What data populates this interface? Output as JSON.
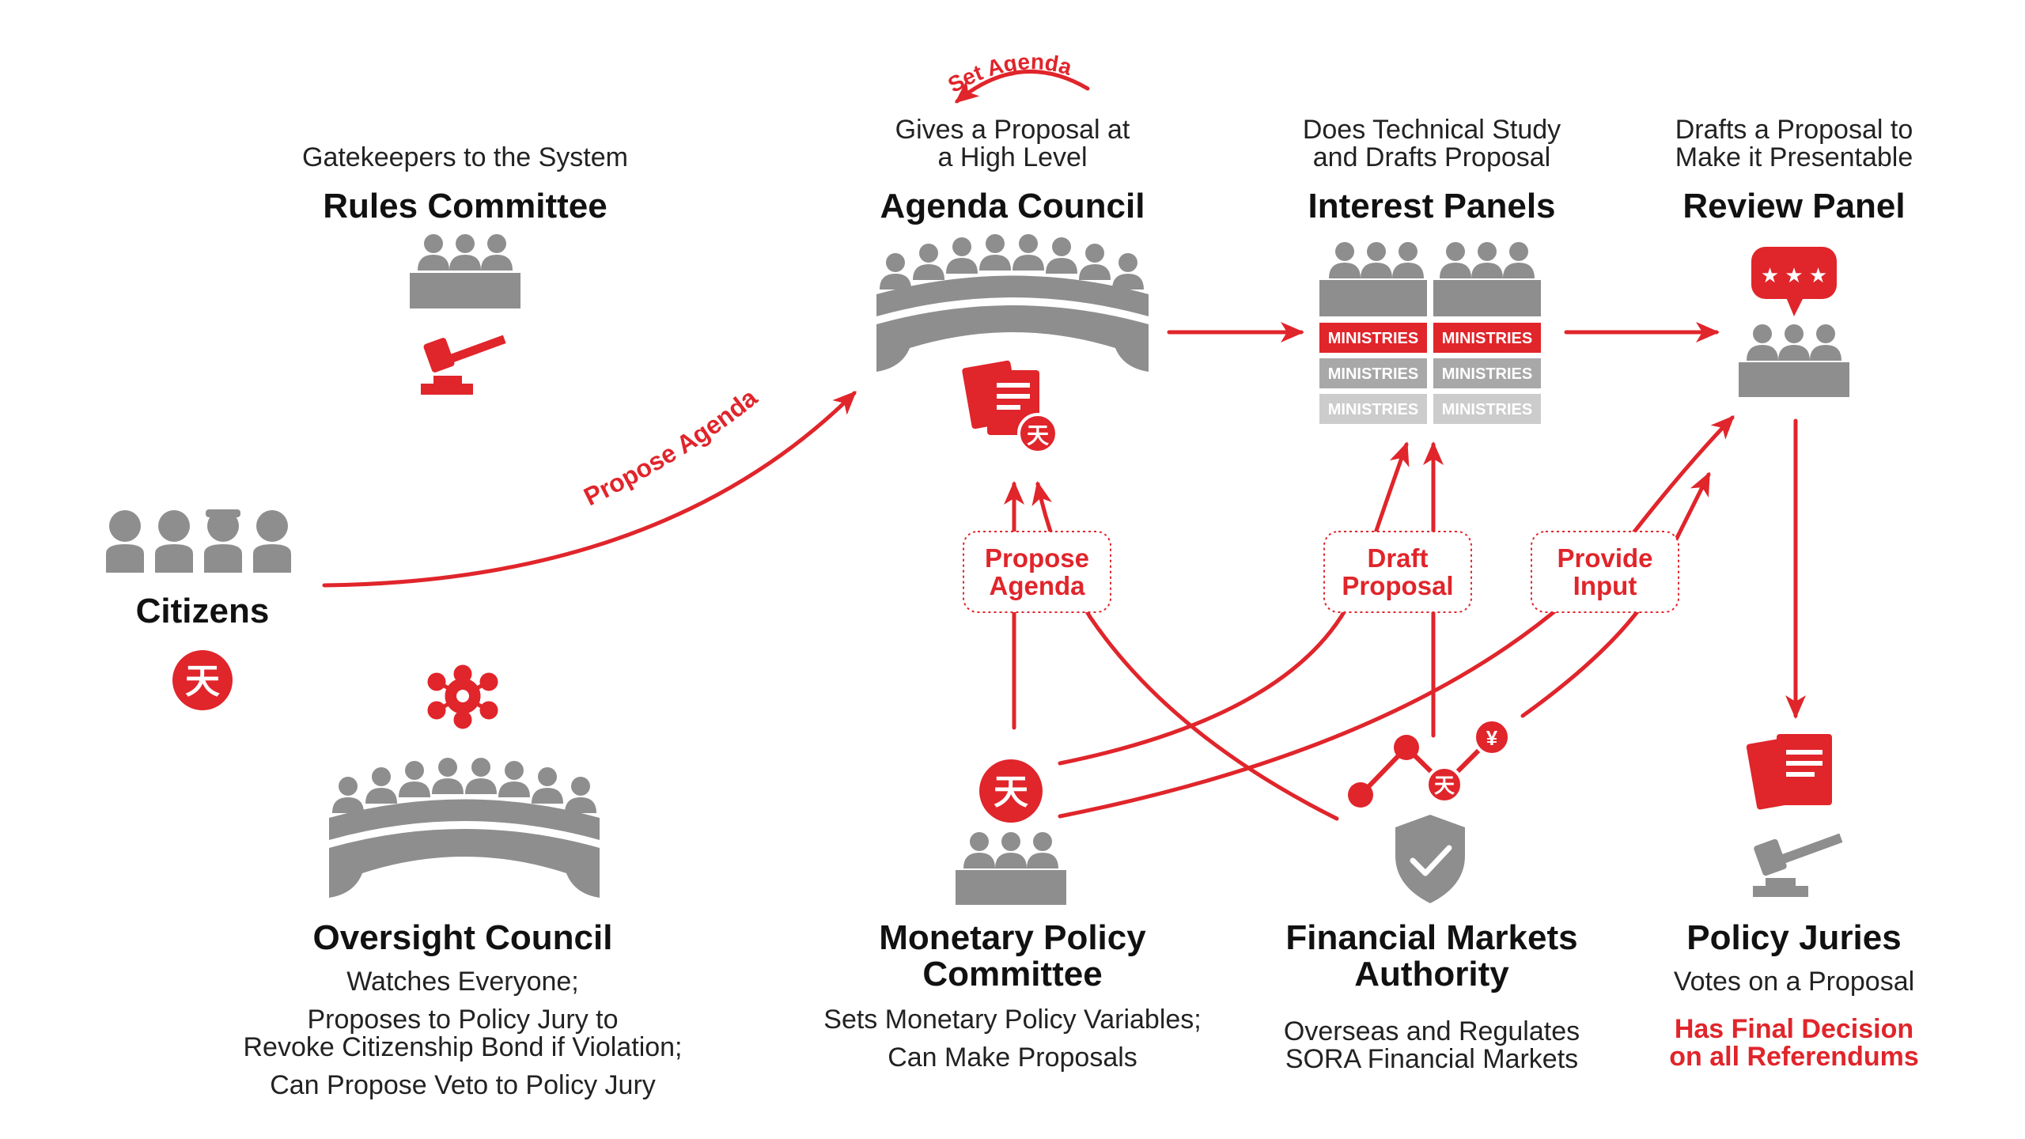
{
  "colors": {
    "accent": "#e0252b",
    "gray": "#8e8e8e",
    "light_gray": "#b5b5b5",
    "text": "#111111"
  },
  "nodes": {
    "rules_committee": {
      "subtitle": "Gatekeepers to the System",
      "title": "Rules Committee"
    },
    "agenda_council": {
      "subtitle_1": "Gives a Proposal at",
      "subtitle_2": "a High Level",
      "title": "Agenda Council"
    },
    "interest_panels": {
      "subtitle_1": "Does Technical Study",
      "subtitle_2": "and Drafts Proposal",
      "title": "Interest Panels",
      "ministries": [
        "MINISTRIES",
        "MINISTRIES",
        "MINISTRIES",
        "MINISTRIES",
        "MINISTRIES",
        "MINISTRIES"
      ]
    },
    "review_panel": {
      "subtitle_1": "Drafts a Proposal to",
      "subtitle_2": "Make it Presentable",
      "title": "Review Panel"
    },
    "citizens": {
      "title": "Citizens"
    },
    "oversight_council": {
      "title": "Oversight Council",
      "desc_1": "Watches Everyone;",
      "desc_2": "Proposes to Policy Jury to",
      "desc_3": "Revoke Citizenship Bond if Violation;",
      "desc_4": "Can Propose Veto to Policy Jury"
    },
    "monetary_policy": {
      "title_1": "Monetary Policy",
      "title_2": "Committee",
      "desc_1": "Sets Monetary Policy Variables;",
      "desc_2": "Can Make Proposals"
    },
    "financial_markets": {
      "title_1": "Financial Markets",
      "title_2": "Authority",
      "desc_1": "Overseas and Regulates",
      "desc_2": "SORA Financial Markets"
    },
    "policy_juries": {
      "title": "Policy Juries",
      "desc": "Votes on a Proposal",
      "highlight_1": "Has Final Decision",
      "highlight_2": "on all Referendums"
    }
  },
  "edge_labels": {
    "set_agenda": "Set Agenda",
    "propose_agenda_curve": "Propose Agenda",
    "propose_agenda_pill_1": "Propose",
    "propose_agenda_pill_2": "Agenda",
    "draft_proposal_1": "Draft",
    "draft_proposal_2": "Proposal",
    "provide_input_1": "Provide",
    "provide_input_2": "Input"
  },
  "icons": {
    "sora": "sora-symbol-icon",
    "yen": "yen-symbol-icon"
  },
  "glyphs": {
    "sora": "天",
    "yen": "¥"
  }
}
